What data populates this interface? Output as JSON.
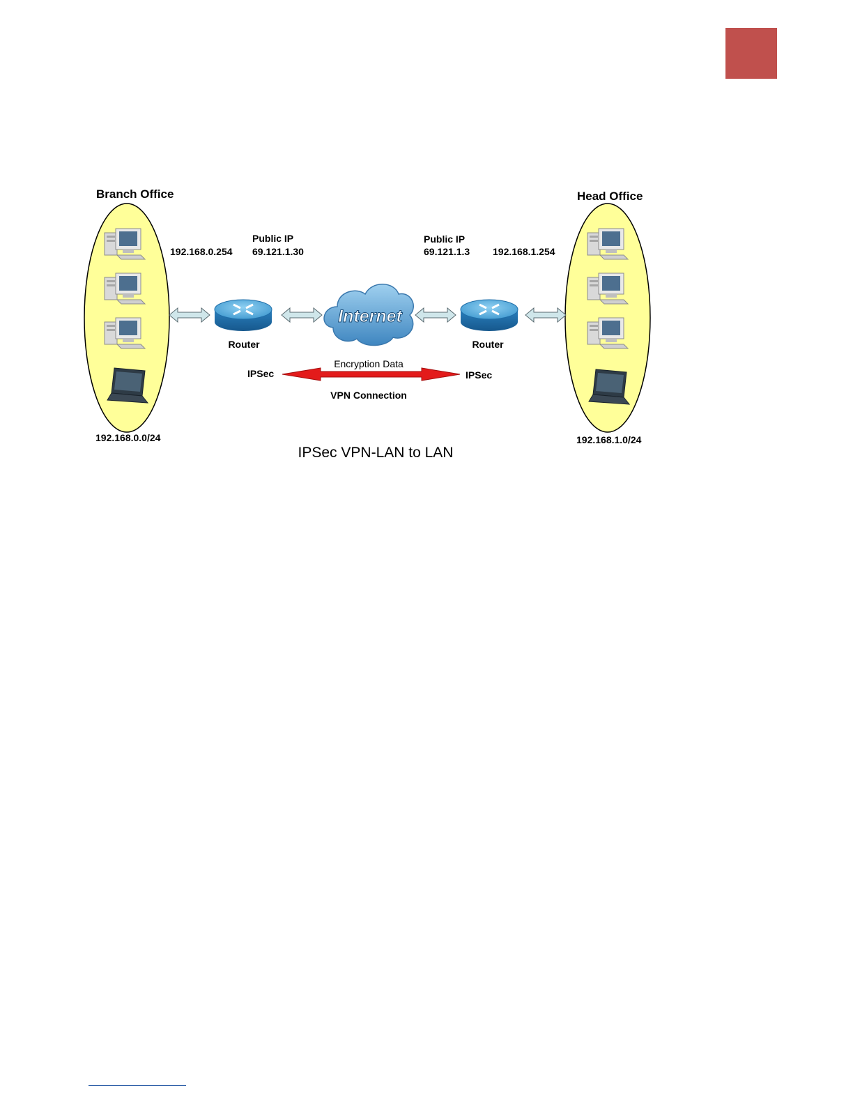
{
  "colors": {
    "corner_block": "#c0504d",
    "ellipse_fill": "#ffff99",
    "vpn_arrow": "#e31b1b",
    "link_arrow": "#cfe6ea",
    "router_top": "#4aa3d4",
    "router_side": "#1f6ea8",
    "cloud": "#5aa0d2",
    "footer_rule": "#2e5fa8"
  },
  "diagram": {
    "branch": {
      "title": "Branch Office",
      "lan_ip": "192.168.0.254",
      "public_ip_label": "Public IP",
      "public_ip": "69.121.1.30",
      "subnet": "192.168.0.0/24",
      "router_label": "Router",
      "ipsec_label": "IPSec",
      "hosts": [
        "desktop-icon",
        "desktop-icon",
        "desktop-icon",
        "laptop-icon"
      ]
    },
    "head": {
      "title": "Head Office",
      "lan_ip": "192.168.1.254",
      "public_ip_label": "Public IP",
      "public_ip": "69.121.1.3",
      "subnet": "192.168.1.0/24",
      "router_label": "Router",
      "ipsec_label": "IPSec",
      "hosts": [
        "desktop-icon",
        "desktop-icon",
        "desktop-icon",
        "laptop-icon"
      ]
    },
    "internet_label": "Internet",
    "encryption_label": "Encryption Data",
    "vpn_label": "VPN Connection",
    "caption": "IPSec VPN-LAN to LAN"
  }
}
